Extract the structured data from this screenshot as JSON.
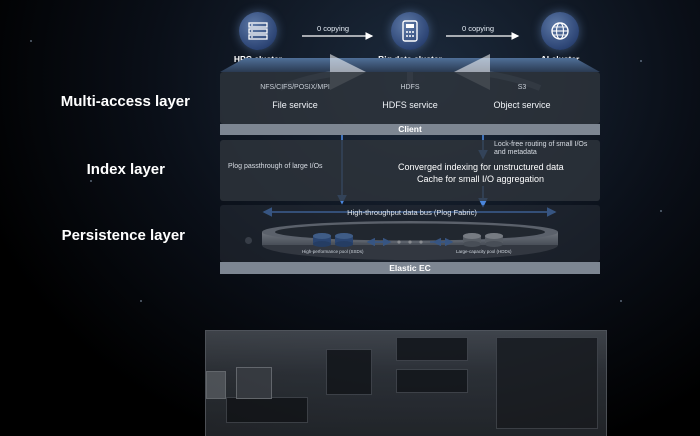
{
  "layers": {
    "multi_access": "Multi-access layer",
    "index": "Index layer",
    "persistence": "Persistence layer"
  },
  "clusters": [
    {
      "name": "HPC cluster",
      "icon": "server-rack-icon"
    },
    {
      "name": "Big data cluster",
      "icon": "calculator-icon"
    },
    {
      "name": "AI cluster",
      "icon": "globe-icon"
    }
  ],
  "copy_labels": [
    "0 copying",
    "0 copying"
  ],
  "services": [
    {
      "protocol": "NFS/CIFS/POSIX/MPI",
      "name": "File service"
    },
    {
      "protocol": "HDFS",
      "name": "HDFS service"
    },
    {
      "protocol": "S3",
      "name": "Object service"
    }
  ],
  "client_label": "Client",
  "index": {
    "passthrough": "Plog passthrough of large I/Os",
    "routing": "Lock-free routing of small I/Os and metadata",
    "line1": "Converged indexing for unstructured data",
    "line2": "Cache for small I/O aggregation"
  },
  "persistence": {
    "bus": "High-throughput data bus (Plog Fabric)",
    "ssd_pool": "High-performance pool (SSDs)",
    "hdd_pool": "Large-capacity pool (HDDs)"
  },
  "elastic_label": "Elastic EC",
  "colors": {
    "accent_blue": "#3d7bd6",
    "panel": "#2e343c",
    "bar": "#7d8692"
  }
}
